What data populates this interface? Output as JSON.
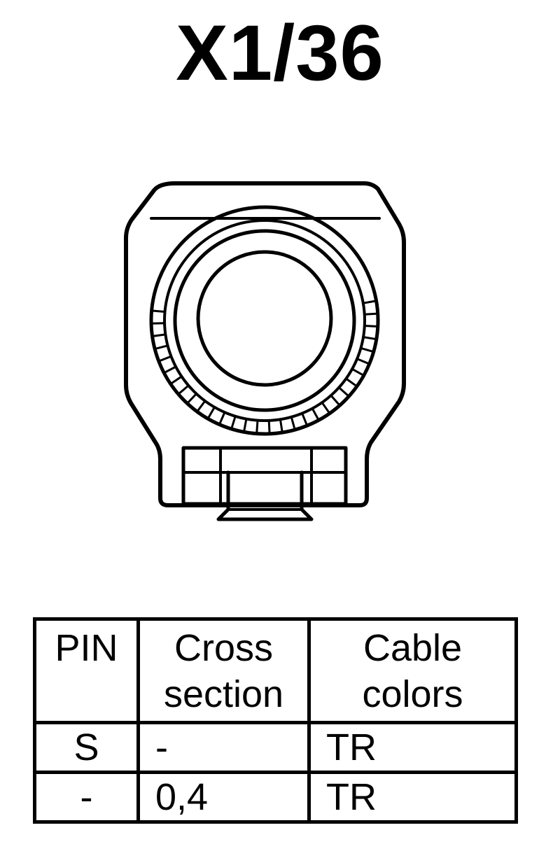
{
  "title": "X1/36",
  "table": {
    "headers": {
      "pin": "PIN",
      "cross_section": [
        "Cross",
        "section"
      ],
      "cable_colors": [
        "Cable",
        "colors"
      ]
    },
    "rows": [
      {
        "pin": "S",
        "cross_section": "-",
        "cable_colors": "TR"
      },
      {
        "pin": "-",
        "cross_section": "0,4",
        "cable_colors": "TR"
      }
    ]
  }
}
